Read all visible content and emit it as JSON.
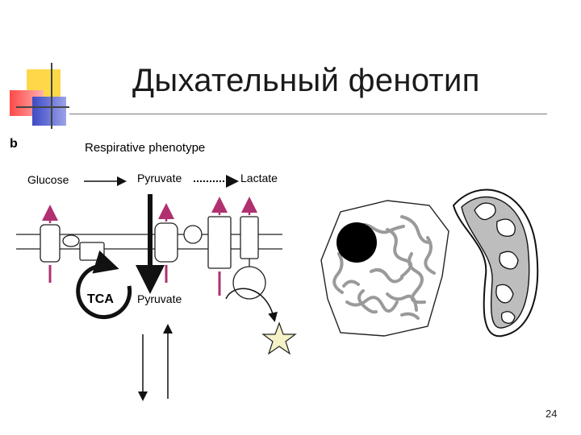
{
  "slide": {
    "title": "Дыхательный фенотип",
    "page_number": "24"
  },
  "figure": {
    "panel_letter": "b",
    "heading": "Respirative phenotype",
    "labels": {
      "glucose": "Glucose",
      "pyruvate_top": "Pyruvate",
      "lactate": "Lactate",
      "tca": "TCA",
      "pyruvate_mito": "Pyruvate"
    }
  },
  "colors": {
    "transport_arrow": "#b03070",
    "deco_yellow": "#ffd84a",
    "deco_red": "#ff5a5a",
    "deco_blue": "#4a55c8",
    "mitochondrion_fill": "#bdbdbd",
    "star_fill": "#f5f2c8"
  }
}
